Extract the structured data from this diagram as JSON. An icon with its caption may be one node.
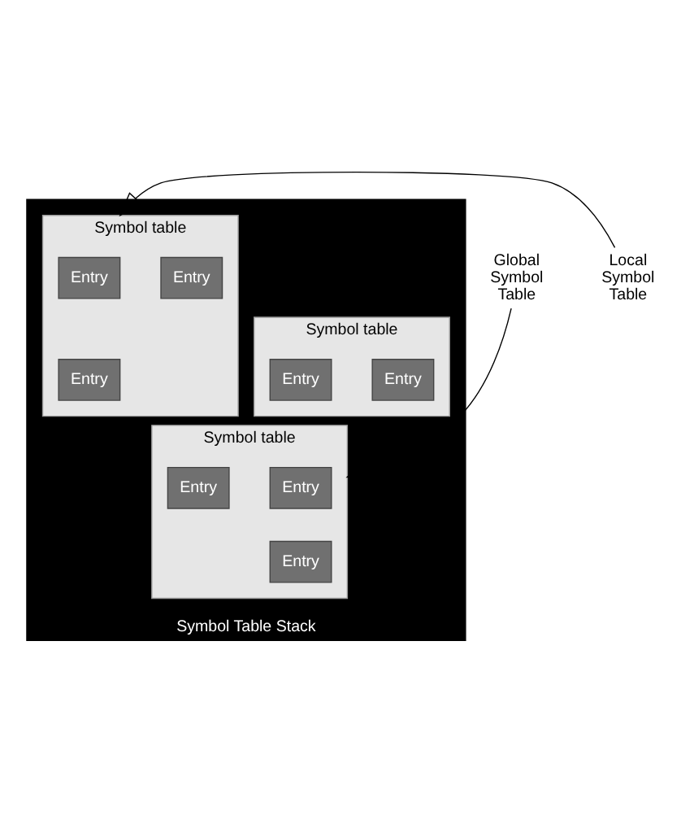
{
  "diagram": {
    "nodes": [
      {
        "text": [
          "Symbol Table Stack"
        ]
      },
      {
        "text": [
          "Symbol table"
        ],
        "in": 0
      },
      {
        "text": [
          "Entry"
        ],
        "in": 1
      },
      {
        "text": [
          "Entry"
        ],
        "in": 1
      },
      {
        "text": [
          "Entry"
        ],
        "in": 1
      },
      {
        "text": [
          "Symbol table"
        ],
        "in": 0
      },
      {
        "text": [
          "Entry"
        ],
        "in": 5
      },
      {
        "text": [
          "Entry"
        ],
        "in": 5
      },
      {
        "text": [
          "Symbol table"
        ],
        "in": 0
      },
      {
        "text": [
          "Entry"
        ],
        "in": 8
      },
      {
        "text": [
          "Entry"
        ],
        "in": 8
      },
      {
        "text": [
          "Entry"
        ],
        "in": 8
      },
      {
        "text": [
          "Local Symbol Table"
        ]
      },
      {
        "text": [
          "Global Symbol Table"
        ]
      }
    ],
    "edges": [
      {
        "from": 12,
        "to": 1,
        "arrow": "to"
      },
      {
        "from": 13,
        "to": 8,
        "arrow": "to"
      }
    ]
  }
}
